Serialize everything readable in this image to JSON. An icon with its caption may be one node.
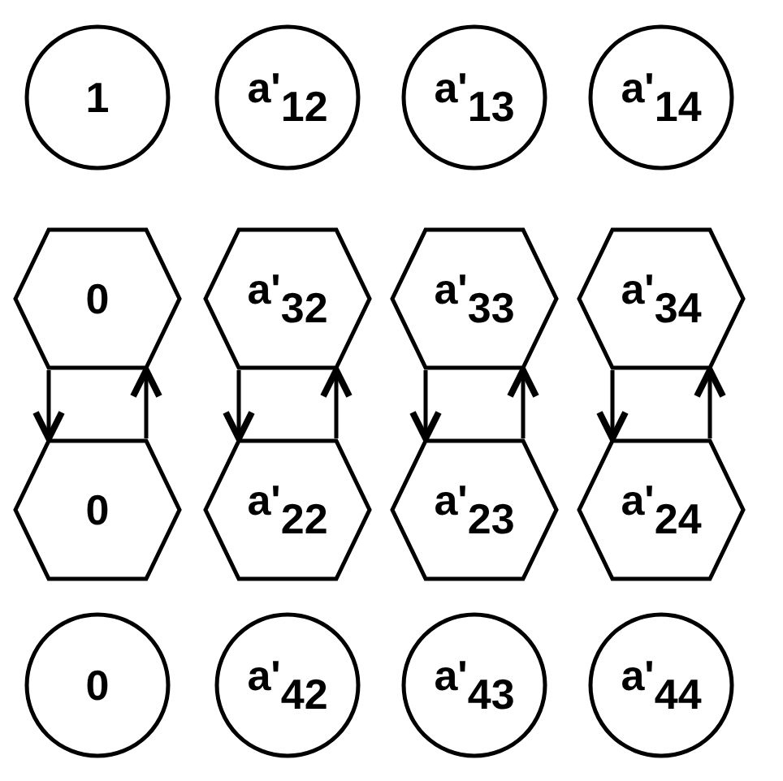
{
  "diagram": {
    "nodes": [
      {
        "text": [
          "1"
        ]
      },
      {
        "text": [
          "a'$_{12}$"
        ]
      },
      {
        "text": [
          "a'$_{13}$"
        ]
      },
      {
        "text": [
          "a'$_{14}$"
        ]
      },
      {
        "text": [
          "0"
        ]
      },
      {
        "text": [
          "a'$_{32}$"
        ]
      },
      {
        "text": [
          "a'$_{33}$"
        ]
      },
      {
        "text": [
          "a'$_{34}$"
        ]
      },
      {
        "text": [
          "0"
        ]
      },
      {
        "text": [
          "a'$_{22}$"
        ]
      },
      {
        "text": [
          "a'$_{23}$"
        ]
      },
      {
        "text": [
          "a'$_{24}$"
        ]
      },
      {
        "text": [
          "0"
        ]
      },
      {
        "text": [
          "a'$_{42}$"
        ]
      },
      {
        "text": [
          "a'$_{43}$"
        ]
      },
      {
        "text": [
          "a'$_{44}$"
        ]
      }
    ],
    "edges": [
      {
        "from": 4,
        "to": 8,
        "arrow": "to"
      },
      {
        "from": 8,
        "to": 4,
        "arrow": "to"
      },
      {
        "from": 5,
        "to": 9,
        "arrow": "to"
      },
      {
        "from": 9,
        "to": 5,
        "arrow": "to"
      },
      {
        "from": 6,
        "to": 10,
        "arrow": "to"
      },
      {
        "from": 10,
        "to": 6,
        "arrow": "to"
      },
      {
        "from": 7,
        "to": 11,
        "arrow": "to"
      },
      {
        "from": 11,
        "to": 7,
        "arrow": "to"
      }
    ]
  }
}
